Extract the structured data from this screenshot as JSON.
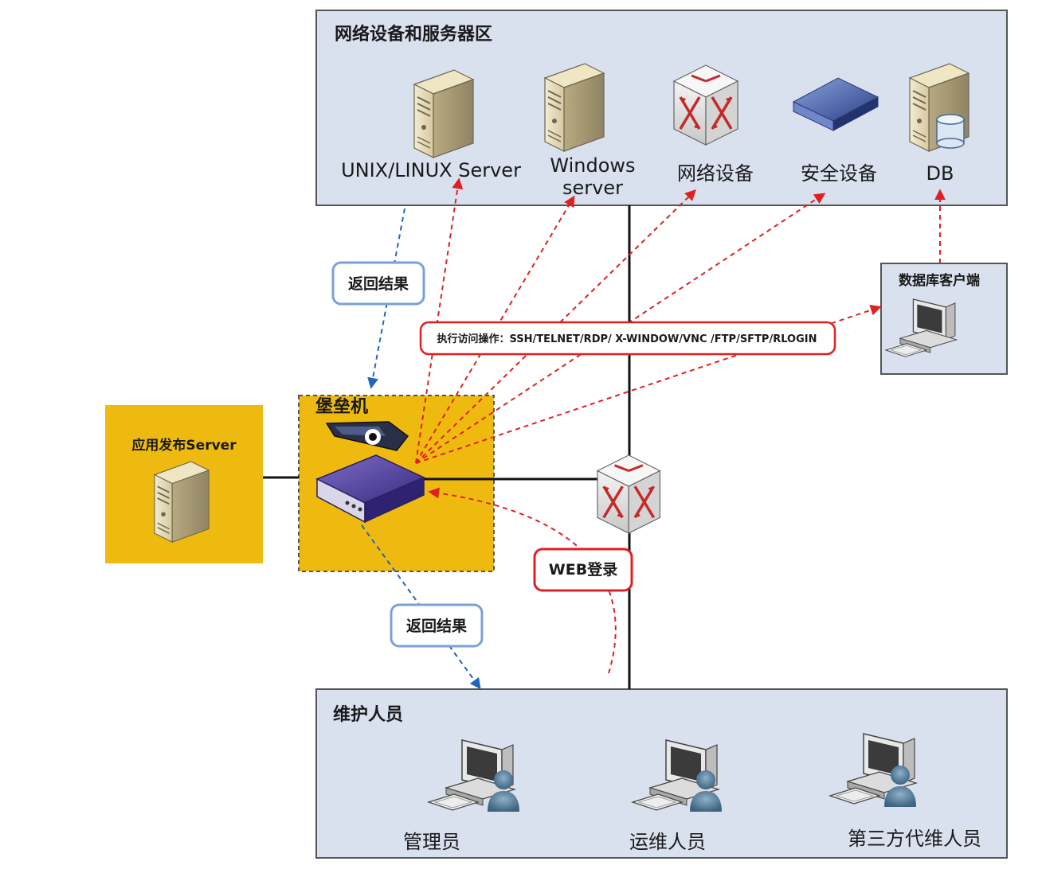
{
  "zones": {
    "server_zone": {
      "title": "网络设备和服务器区"
    },
    "maintainers": {
      "title": "维护人员"
    },
    "bastion": {
      "title": "堡垒机"
    },
    "app_server": {
      "title": "应用发布Server"
    },
    "db_client": {
      "title": "数据库客户端"
    }
  },
  "devices": {
    "unix": "UNIX/LINUX Server",
    "windows_line1": "Windows",
    "windows_line2": "server",
    "network": "网络设备",
    "security": "安全设备",
    "db": "DB"
  },
  "people": {
    "admin": "管理员",
    "ops": "运维人员",
    "third_party": "第三方代维人员"
  },
  "tags": {
    "return_top": "返回结果",
    "return_bottom": "返回结果",
    "protocols": "执行访问操作：SSH/TELNET/RDP/ X-WINDOW/VNC /FTP/SFTP/RLOGIN",
    "web_login": "WEB登录"
  },
  "colors": {
    "zone_fill": "#d9e1ef",
    "gold": "#efba10",
    "red": "#e02020",
    "blue": "#2266bb"
  }
}
